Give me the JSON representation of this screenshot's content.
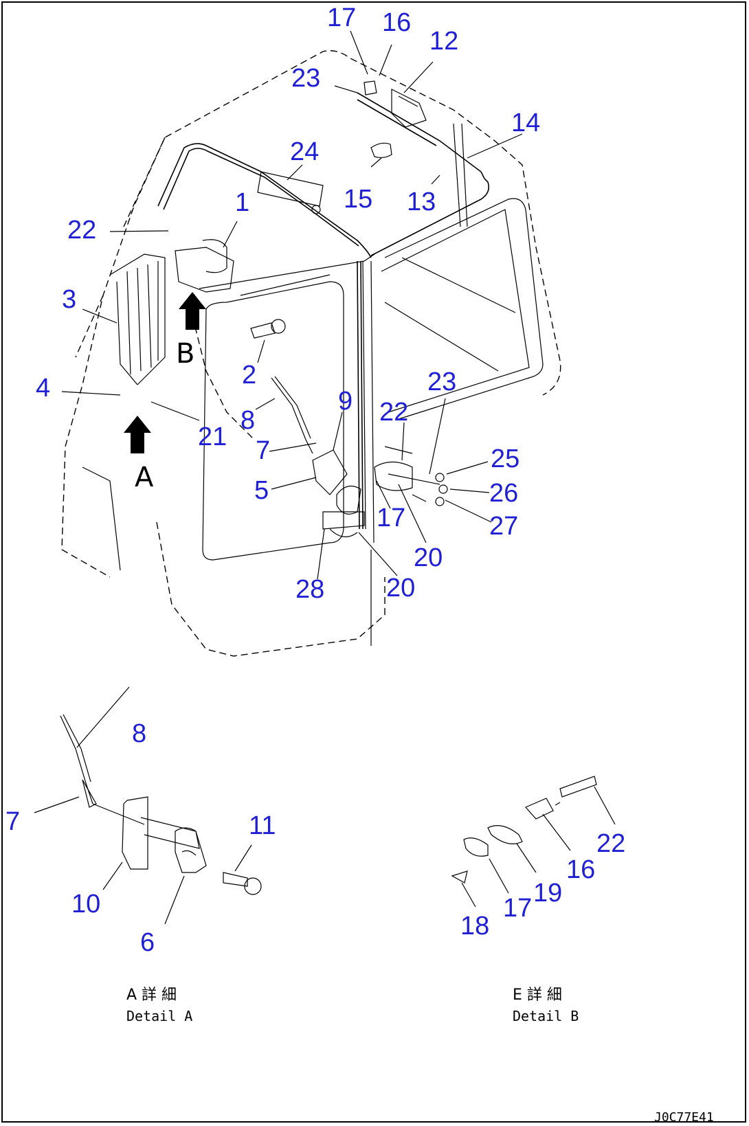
{
  "diagram": {
    "callouts": {
      "c17_top": "17",
      "c16_top": "16",
      "c12": "12",
      "c23_top": "23",
      "c14": "14",
      "c24": "24",
      "c15": "15",
      "c13": "13",
      "c1": "1",
      "c22_left": "22",
      "c3": "3",
      "c2": "2",
      "c4": "4",
      "c21": "21",
      "c8_main": "8",
      "c9": "9",
      "c7_main": "7",
      "c5": "5",
      "c23_right": "23",
      "c22_mid": "22",
      "c25": "25",
      "c26": "26",
      "c27": "27",
      "c17_mid": "17",
      "c20_right": "20",
      "c20_bottom": "20",
      "c28": "28",
      "c8_detA": "8",
      "c7_detA": "7",
      "c11": "11",
      "c10": "10",
      "c6": "6",
      "c22_detB": "22",
      "c16_detB": "16",
      "c19": "19",
      "c17_detB": "17",
      "c18": "18"
    },
    "view_letters": {
      "b": "B",
      "a": "A"
    },
    "detail_a": {
      "jp": "A 詳 細",
      "en": "Detail A"
    },
    "detail_b": {
      "jp": "E 詳 細",
      "en": "Detail B"
    },
    "drawing_code": "J0C77E41"
  },
  "colors": {
    "callout": "#1f1fd6",
    "line": "#000000",
    "background": "#ffffff"
  }
}
